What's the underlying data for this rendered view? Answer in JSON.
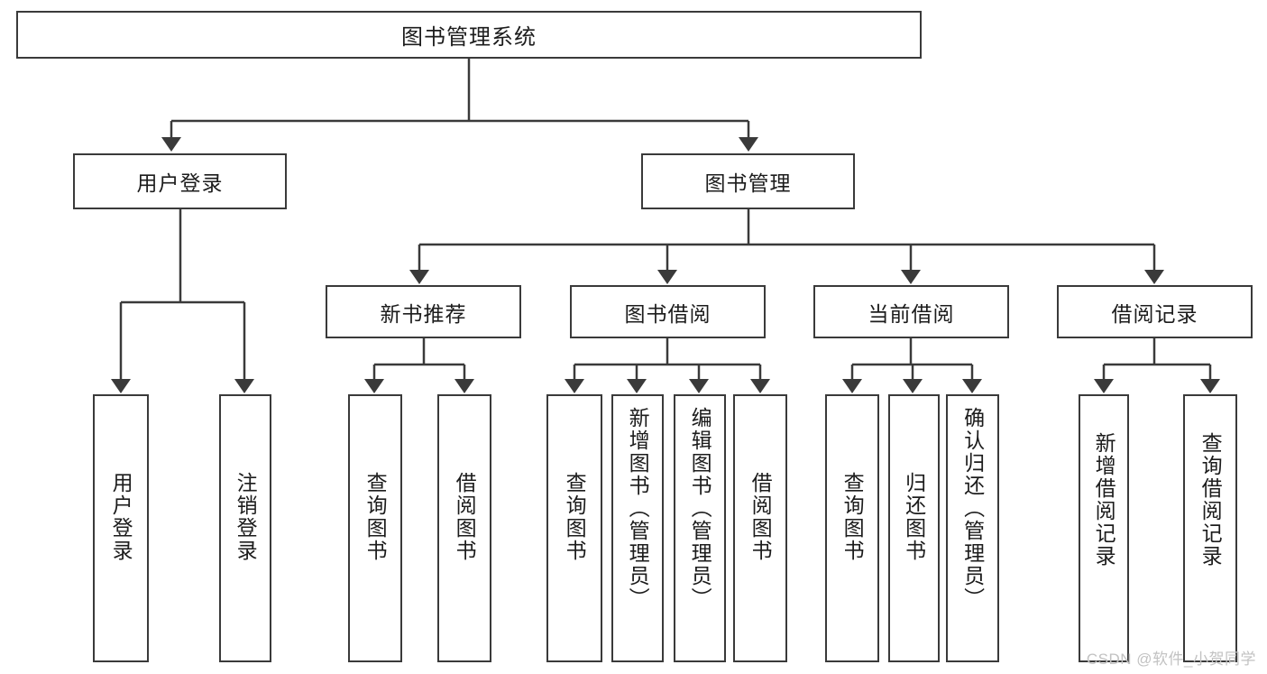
{
  "diagram": {
    "title": "图书管理系统",
    "type": "tree",
    "root": {
      "label": "图书管理系统"
    },
    "level2": [
      {
        "label": "用户登录"
      },
      {
        "label": "图书管理"
      }
    ],
    "level3": [
      {
        "label": "新书推荐"
      },
      {
        "label": "图书借阅"
      },
      {
        "label": "当前借阅"
      },
      {
        "label": "借阅记录"
      }
    ],
    "leaves": {
      "user_login": [
        {
          "label": "用户登录"
        },
        {
          "label": "注销登录"
        }
      ],
      "new_book_recommend": [
        {
          "label": "查询图书"
        },
        {
          "label": "借阅图书"
        }
      ],
      "book_borrow": [
        {
          "label": "查询图书"
        },
        {
          "label": "新增图书（管理员）"
        },
        {
          "label": "编辑图书（管理员）"
        },
        {
          "label": "借阅图书"
        }
      ],
      "current_borrow": [
        {
          "label": "查询图书"
        },
        {
          "label": "归还图书"
        },
        {
          "label": "确认归还（管理员）"
        }
      ],
      "borrow_record": [
        {
          "label": "新增借阅记录"
        },
        {
          "label": "查询借阅记录"
        }
      ]
    }
  },
  "watermark": {
    "text": "CSDN @软件_小贺同学"
  },
  "colors": {
    "border": "#3a3a3a",
    "text": "#1c1c1c",
    "background": "#ffffff",
    "watermark": "#c2c2c2"
  }
}
